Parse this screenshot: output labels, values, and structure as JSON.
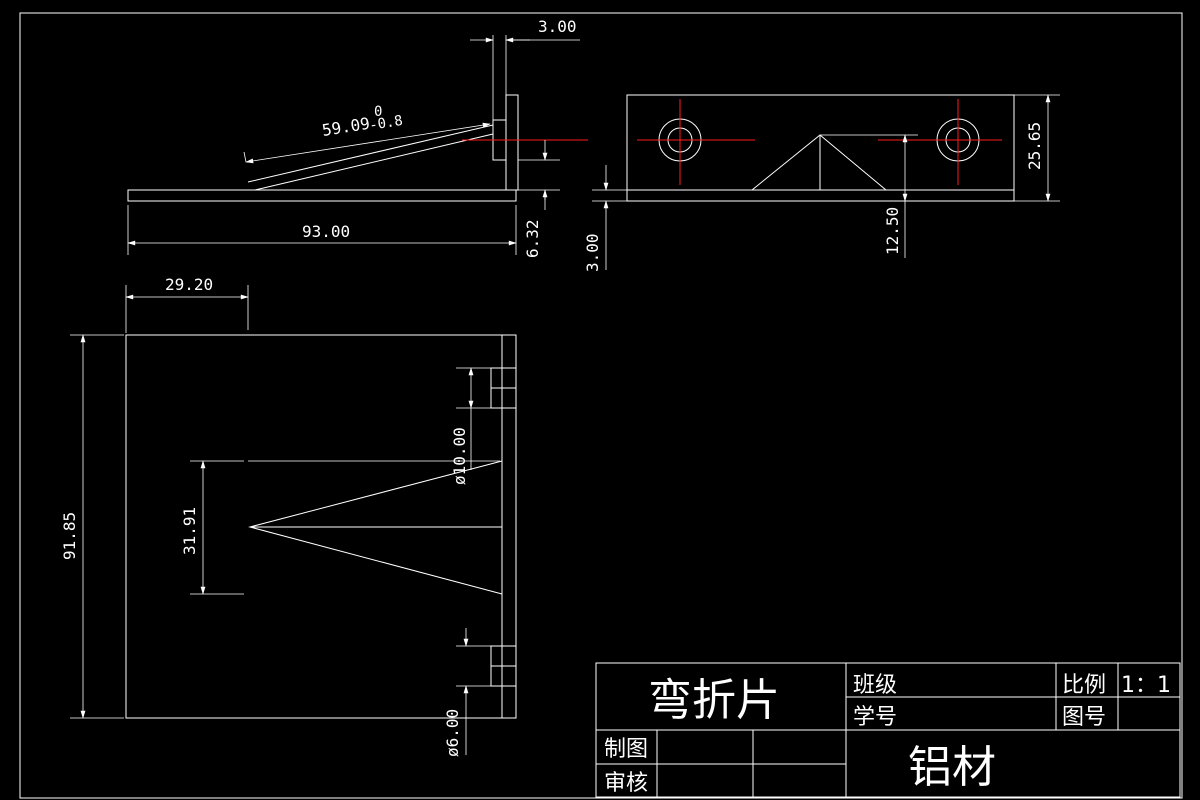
{
  "dimensions": {
    "thickness_top": "3.00",
    "arm_length": "59.09",
    "tol_upper": "0",
    "tol_lower": "-0.8",
    "base_length": "93.00",
    "offset_632": "6.32",
    "thickness_side": "3.00",
    "height_1250": "12.50",
    "height_2565": "25.65",
    "width_2920": "29.20",
    "height_9185": "91.85",
    "span_3191": "31.91",
    "hole_large": "ø10.00",
    "hole_small": "ø6.00"
  },
  "title_block": {
    "part_name": "弯折片",
    "class_label": "班级",
    "student_id_label": "学号",
    "scale_label": "比例",
    "scale_value": "1：1",
    "drawing_no_label": "图号",
    "drawn_by_label": "制图",
    "checked_by_label": "审核",
    "material": "铝材"
  },
  "colors": {
    "background": "#000000",
    "lines": "#ffffff",
    "centerlines": "#ff1c1c"
  }
}
